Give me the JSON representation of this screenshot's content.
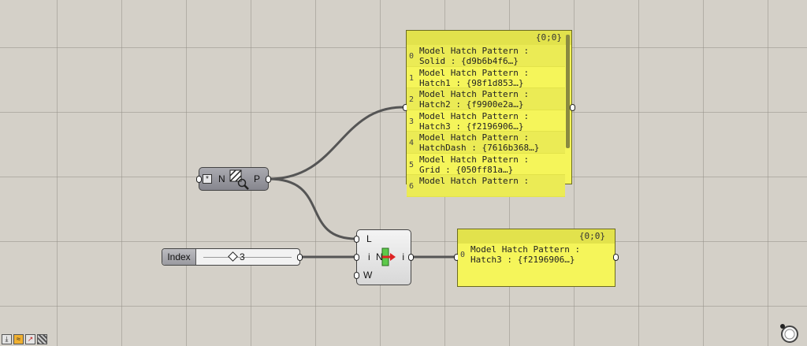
{
  "hatch_component": {
    "input_label": "N",
    "output_label": "P",
    "param_glyph": "*",
    "icon": "hatch-pattern-icon"
  },
  "slider": {
    "label": "Index",
    "value": "3"
  },
  "list_item": {
    "inputs": [
      "L",
      "i",
      "W"
    ],
    "center_label": "N",
    "output_label": "i",
    "icon": "list-item-icon"
  },
  "panel_all": {
    "path": "{0;0}",
    "rows": [
      {
        "index": "0",
        "text": "Model Hatch Pattern :\nSolid : {d9b6b4f6…}"
      },
      {
        "index": "1",
        "text": "Model Hatch Pattern :\nHatch1 : {98f1d853…}"
      },
      {
        "index": "2",
        "text": "Model Hatch Pattern :\nHatch2 : {f9900e2a…}"
      },
      {
        "index": "3",
        "text": "Model Hatch Pattern :\nHatch3 : {f2196906…}"
      },
      {
        "index": "4",
        "text": "Model Hatch Pattern :\nHatchDash : {7616b368…}"
      },
      {
        "index": "5",
        "text": "Model Hatch Pattern :\nGrid : {050ff81a…}"
      },
      {
        "index": "6",
        "text": "Model Hatch Pattern :"
      }
    ]
  },
  "panel_selected": {
    "path": "{0;0}",
    "rows": [
      {
        "index": "0",
        "text": "Model Hatch Pattern :\nHatch3 : {f2196906…}"
      }
    ]
  },
  "toolbar": {
    "icons": [
      "export-icon",
      "sketch-icon",
      "curve-icon",
      "hatch-icon"
    ]
  },
  "colors": {
    "canvas": "#d4d0c8",
    "panel": "#f5f55a",
    "wire": "#555555"
  }
}
